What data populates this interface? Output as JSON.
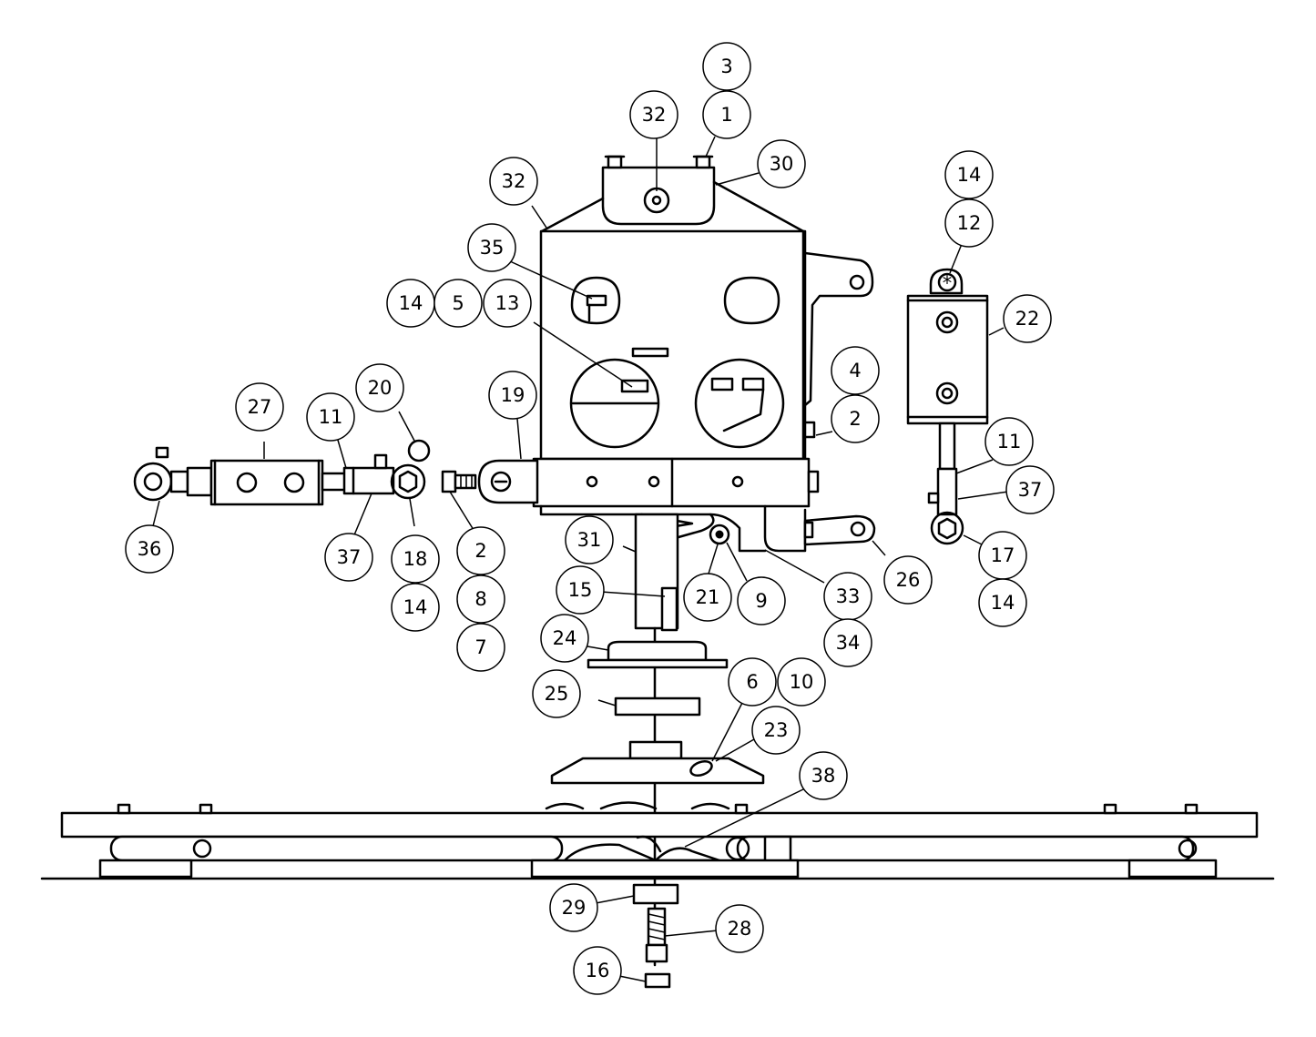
{
  "diagram": {
    "callouts": [
      {
        "label": "3"
      },
      {
        "label": "1"
      },
      {
        "label": "32"
      },
      {
        "label": "30"
      },
      {
        "label": "32"
      },
      {
        "label": "14"
      },
      {
        "label": "12"
      },
      {
        "label": "35"
      },
      {
        "label": "22"
      },
      {
        "label": "14"
      },
      {
        "label": "5"
      },
      {
        "label": "13"
      },
      {
        "label": "4"
      },
      {
        "label": "2"
      },
      {
        "label": "20"
      },
      {
        "label": "27"
      },
      {
        "label": "11"
      },
      {
        "label": "19"
      },
      {
        "label": "11"
      },
      {
        "label": "37"
      },
      {
        "label": "36"
      },
      {
        "label": "37"
      },
      {
        "label": "18"
      },
      {
        "label": "2"
      },
      {
        "label": "31"
      },
      {
        "label": "17"
      },
      {
        "label": "26"
      },
      {
        "label": "14"
      },
      {
        "label": "8"
      },
      {
        "label": "15"
      },
      {
        "label": "21"
      },
      {
        "label": "9"
      },
      {
        "label": "33"
      },
      {
        "label": "14"
      },
      {
        "label": "7"
      },
      {
        "label": "24"
      },
      {
        "label": "34"
      },
      {
        "label": "6"
      },
      {
        "label": "10"
      },
      {
        "label": "25"
      },
      {
        "label": "23"
      },
      {
        "label": "38"
      },
      {
        "label": "29"
      },
      {
        "label": "28"
      },
      {
        "label": "16"
      }
    ]
  }
}
